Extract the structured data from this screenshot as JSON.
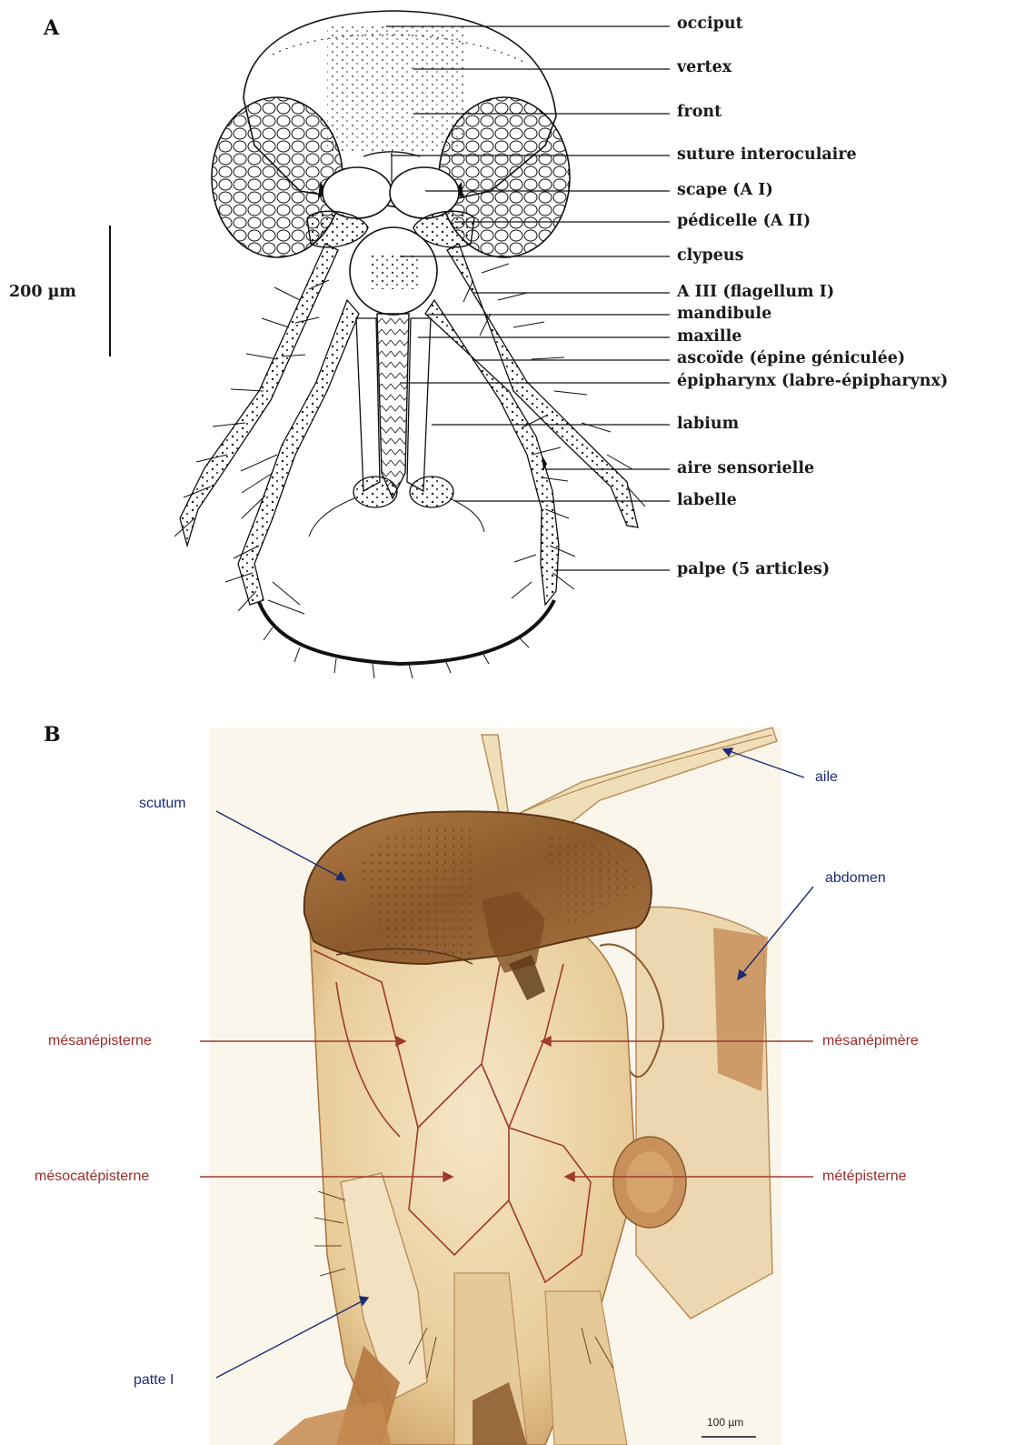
{
  "panel_a": {
    "letter": "A",
    "scale_bar": "200 µm",
    "labels": {
      "occiput": "occiput",
      "vertex": "vertex",
      "front": "front",
      "suture": "suture interoculaire",
      "scape": "scape (A I)",
      "pedicelle": "pédicelle (A II)",
      "clypeus": "clypeus",
      "a3": "A III (flagellum I)",
      "mandibule": "mandibule",
      "maxille": "maxille",
      "ascoide": "ascoïde (épine géniculée)",
      "epipharynx": "épipharynx (labre-épipharynx)",
      "labium": "labium",
      "aire": "aire sensorielle",
      "labelle": "labelle",
      "palpe": "palpe (5 articles)"
    }
  },
  "panel_b": {
    "letter": "B",
    "scale_bar": "100 µm",
    "labels": {
      "aile": "aile",
      "scutum": "scutum",
      "abdomen": "abdomen",
      "mesanepisterne": "mésanépisterne",
      "mesanepimere": "mésanépimère",
      "mesocatepisterne": "mésocatépisterne",
      "metepisterne": "métépisterne",
      "patte": "patte I"
    }
  },
  "colors": {
    "blue_label": "#1c2a78",
    "red_label": "#9e2a2a",
    "specimen_base": "#e9d3a8",
    "specimen_dark": "#8b5a2b"
  }
}
